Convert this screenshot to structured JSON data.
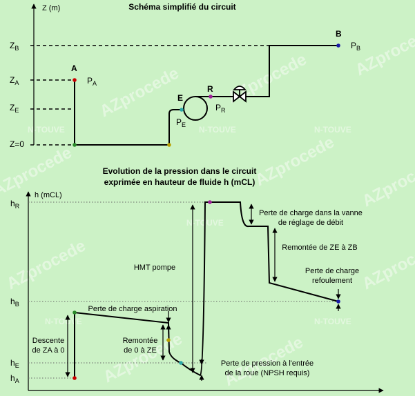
{
  "top": {
    "title": "Schéma simplifié du circuit",
    "axis_label": "Z (m)",
    "level_labels": [
      {
        "main": "Z",
        "sub": "B"
      },
      {
        "main": "Z",
        "sub": "A"
      },
      {
        "main": "Z",
        "sub": "E"
      },
      {
        "main": "Z=0",
        "sub": ""
      }
    ],
    "point_labels": {
      "A": "A",
      "B": "B",
      "E": "E",
      "R": "R"
    },
    "pressure_labels": {
      "PA": {
        "main": "P",
        "sub": "A"
      },
      "PB": {
        "main": "P",
        "sub": "B"
      },
      "PE": {
        "main": "P",
        "sub": "E"
      },
      "PR": {
        "main": "P",
        "sub": "R"
      }
    }
  },
  "bottom": {
    "title_line1": "Evolution de la pression dans le circuit",
    "title_line2": "exprimée en hauteur de fluide h (mCL)",
    "axis_label": "h (mCL)",
    "level_labels": [
      {
        "main": "h",
        "sub": "R"
      },
      {
        "main": "h",
        "sub": "B"
      },
      {
        "main": "h",
        "sub": "E"
      },
      {
        "main": "h",
        "sub": "A"
      }
    ],
    "annotations": {
      "vanne_line1": "Perte de charge dans la vanne",
      "vanne_line2": "de réglage de débit",
      "remontee_ze_zb": "Remontée de ZE à ZB",
      "refoulement_line1": "Perte de charge",
      "refoulement_line2": "refoulement",
      "hmt": "HMT pompe",
      "aspiration": "Perte de charge aspiration",
      "descente_line1": "Descente",
      "descente_line2": "de ZA à 0",
      "remontee_0_ze_line1": "Remontée",
      "remontee_0_ze_line2": "de 0 à ZE",
      "npsh_line1": "Perte de pression à l'entrée",
      "npsh_line2": "de la roue (NPSH requis)"
    }
  },
  "watermarks": [
    "AZprocede",
    "N-TOUVE"
  ],
  "colors": {
    "background": "#ccf2c6",
    "point_red": "#cc0000",
    "point_blue": "#1a1aa8",
    "point_teal": "#2aa6a6",
    "point_olive": "#b8a000",
    "point_purple": "#a0209a",
    "point_green": "#2a8a2a"
  }
}
